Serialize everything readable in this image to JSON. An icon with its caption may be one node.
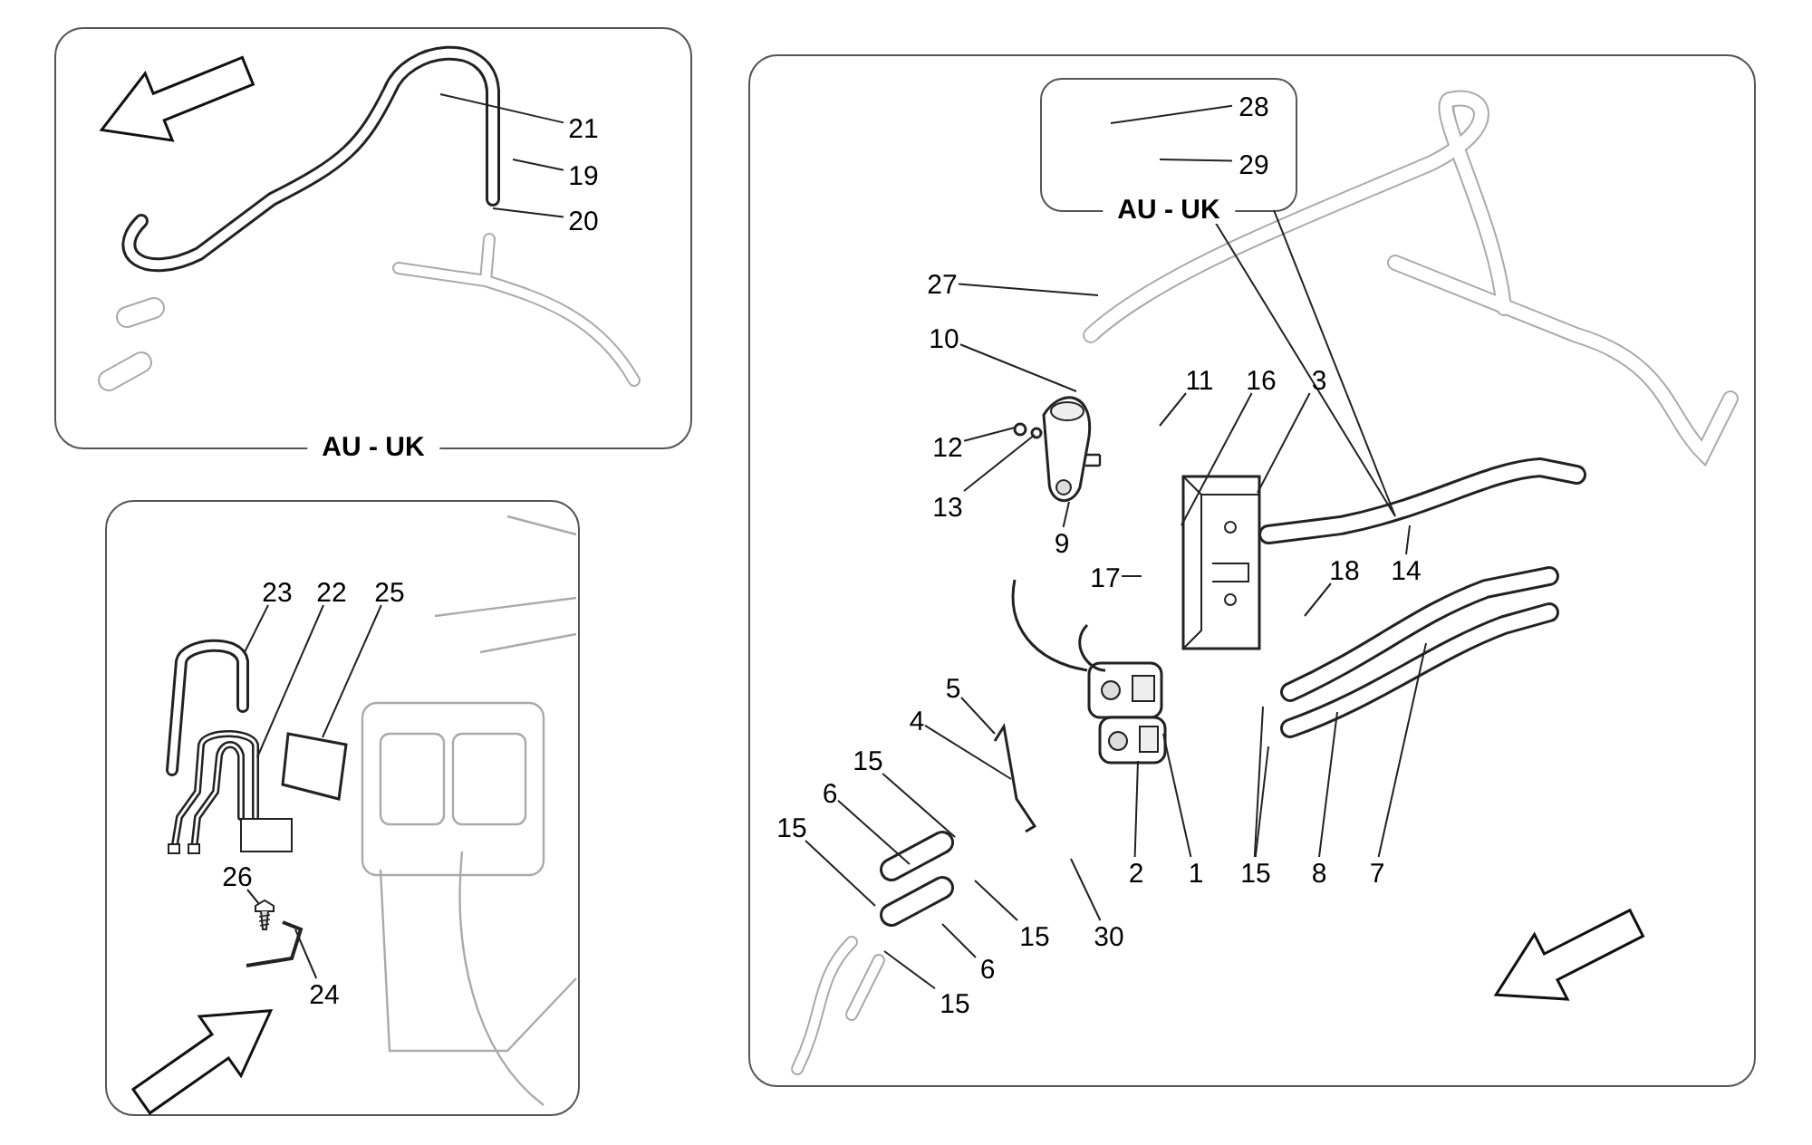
{
  "diagram": {
    "nodes": [
      {
        "text": [
          "AU - UK"
        ]
      },
      {
        "text": [],
        "shape": "box"
      },
      {
        "text": [],
        "shape": "box"
      },
      {
        "text": [
          "AU - UK"
        ],
        "in": 2
      },
      {
        "text": [
          "21"
        ],
        "in": 0
      },
      {
        "text": [
          "19"
        ],
        "in": 0
      },
      {
        "text": [
          "20"
        ],
        "in": 0
      },
      {
        "text": [
          "23"
        ],
        "in": 1
      },
      {
        "text": [
          "22"
        ],
        "in": 1
      },
      {
        "text": [
          "25"
        ],
        "in": 1
      },
      {
        "text": [
          "26"
        ],
        "in": 1
      },
      {
        "text": [
          "24"
        ],
        "in": 1
      },
      {
        "text": [
          "28"
        ],
        "in": 3
      },
      {
        "text": [
          "29"
        ],
        "in": 3
      },
      {
        "text": [
          "27"
        ],
        "in": 2
      },
      {
        "text": [
          "10"
        ],
        "in": 2
      },
      {
        "text": [
          "11"
        ],
        "in": 2
      },
      {
        "text": [
          "16"
        ],
        "in": 2
      },
      {
        "text": [
          "3"
        ],
        "in": 2
      },
      {
        "text": [
          "12"
        ],
        "in": 2
      },
      {
        "text": [
          "13"
        ],
        "in": 2
      },
      {
        "text": [
          "9"
        ],
        "in": 2
      },
      {
        "text": [
          "17"
        ],
        "in": 2
      },
      {
        "text": [
          "18"
        ],
        "in": 2
      },
      {
        "text": [
          "14"
        ],
        "in": 2
      },
      {
        "text": [
          "5"
        ],
        "in": 2
      },
      {
        "text": [
          "4"
        ],
        "in": 2
      },
      {
        "text": [
          "15"
        ],
        "in": 2
      },
      {
        "text": [
          "6"
        ],
        "in": 2
      },
      {
        "text": [
          "15"
        ],
        "in": 2
      },
      {
        "text": [
          "15"
        ],
        "in": 2
      },
      {
        "text": [
          "6"
        ],
        "in": 2
      },
      {
        "text": [
          "15"
        ],
        "in": 2
      },
      {
        "text": [
          "30"
        ],
        "in": 2
      },
      {
        "text": [
          "2"
        ],
        "in": 2
      },
      {
        "text": [
          "1"
        ],
        "in": 2
      },
      {
        "text": [
          "15"
        ],
        "in": 2
      },
      {
        "text": [
          "8"
        ],
        "in": 2
      },
      {
        "text": [
          "7"
        ],
        "in": 2
      },
      {
        "text": [],
        "shape": "picture",
        "in": 1
      },
      {
        "text": [],
        "shape": "picture",
        "in": 1
      },
      {
        "text": [],
        "shape": "picture",
        "in": 1
      },
      {
        "text": [],
        "shape": "picture",
        "in": 1
      },
      {
        "text": [],
        "shape": "picture",
        "in": 2
      },
      {
        "text": [],
        "shape": "picture",
        "in": 2
      },
      {
        "text": [],
        "shape": "picture",
        "in": 2
      },
      {
        "text": [],
        "shape": "picture",
        "in": 2
      }
    ],
    "edges": [
      {
        "from": 4,
        "to": null,
        "arrow": "none"
      },
      {
        "from": 5,
        "to": null,
        "arrow": "none"
      },
      {
        "from": 6,
        "to": null,
        "arrow": "none"
      },
      {
        "from": 7,
        "to": null,
        "arrow": "none"
      },
      {
        "from": 8,
        "to": 39,
        "arrow": "none"
      },
      {
        "from": 9,
        "to": 40,
        "arrow": "none"
      },
      {
        "from": 10,
        "to": 42,
        "arrow": "none"
      },
      {
        "from": 11,
        "to": 41,
        "arrow": "none"
      },
      {
        "from": 12,
        "to": null,
        "arrow": "none"
      },
      {
        "from": 13,
        "to": null,
        "arrow": "none"
      },
      {
        "from": 14,
        "to": null,
        "arrow": "none"
      },
      {
        "from": 15,
        "to": 43,
        "arrow": "none"
      },
      {
        "from": 16,
        "to": null,
        "arrow": "none"
      },
      {
        "from": 17,
        "to": 44,
        "arrow": "none"
      },
      {
        "from": 18,
        "to": 44,
        "arrow": "none"
      },
      {
        "from": 19,
        "to": 43,
        "arrow": "none"
      },
      {
        "from": 20,
        "to": 43,
        "arrow": "none"
      },
      {
        "from": 21,
        "to": 43,
        "arrow": "none"
      },
      {
        "from": 22,
        "to": null,
        "arrow": "none"
      },
      {
        "from": 23,
        "to": null,
        "arrow": "none"
      },
      {
        "from": 24,
        "to": null,
        "arrow": "none"
      },
      {
        "from": 25,
        "to": 45,
        "arrow": "none"
      },
      {
        "from": 26,
        "to": 45,
        "arrow": "none"
      },
      {
        "from": 27,
        "to": null,
        "arrow": "none"
      },
      {
        "from": 28,
        "to": null,
        "arrow": "none"
      },
      {
        "from": 29,
        "to": null,
        "arrow": "none"
      },
      {
        "from": 30,
        "to": null,
        "arrow": "none"
      },
      {
        "from": 31,
        "to": null,
        "arrow": "none"
      },
      {
        "from": 32,
        "to": null,
        "arrow": "none"
      },
      {
        "from": 33,
        "to": null,
        "arrow": "none"
      },
      {
        "from": 34,
        "to": 46,
        "arrow": "none"
      },
      {
        "from": 35,
        "to": 46,
        "arrow": "none"
      },
      {
        "from": 36,
        "to": null,
        "arrow": "none"
      },
      {
        "from": 37,
        "to": null,
        "arrow": "none"
      },
      {
        "from": 38,
        "to": null,
        "arrow": "none"
      },
      {
        "from": 36,
        "to": null,
        "arrow": "none"
      },
      {
        "from": 3,
        "to": null,
        "arrow": "none"
      }
    ]
  }
}
